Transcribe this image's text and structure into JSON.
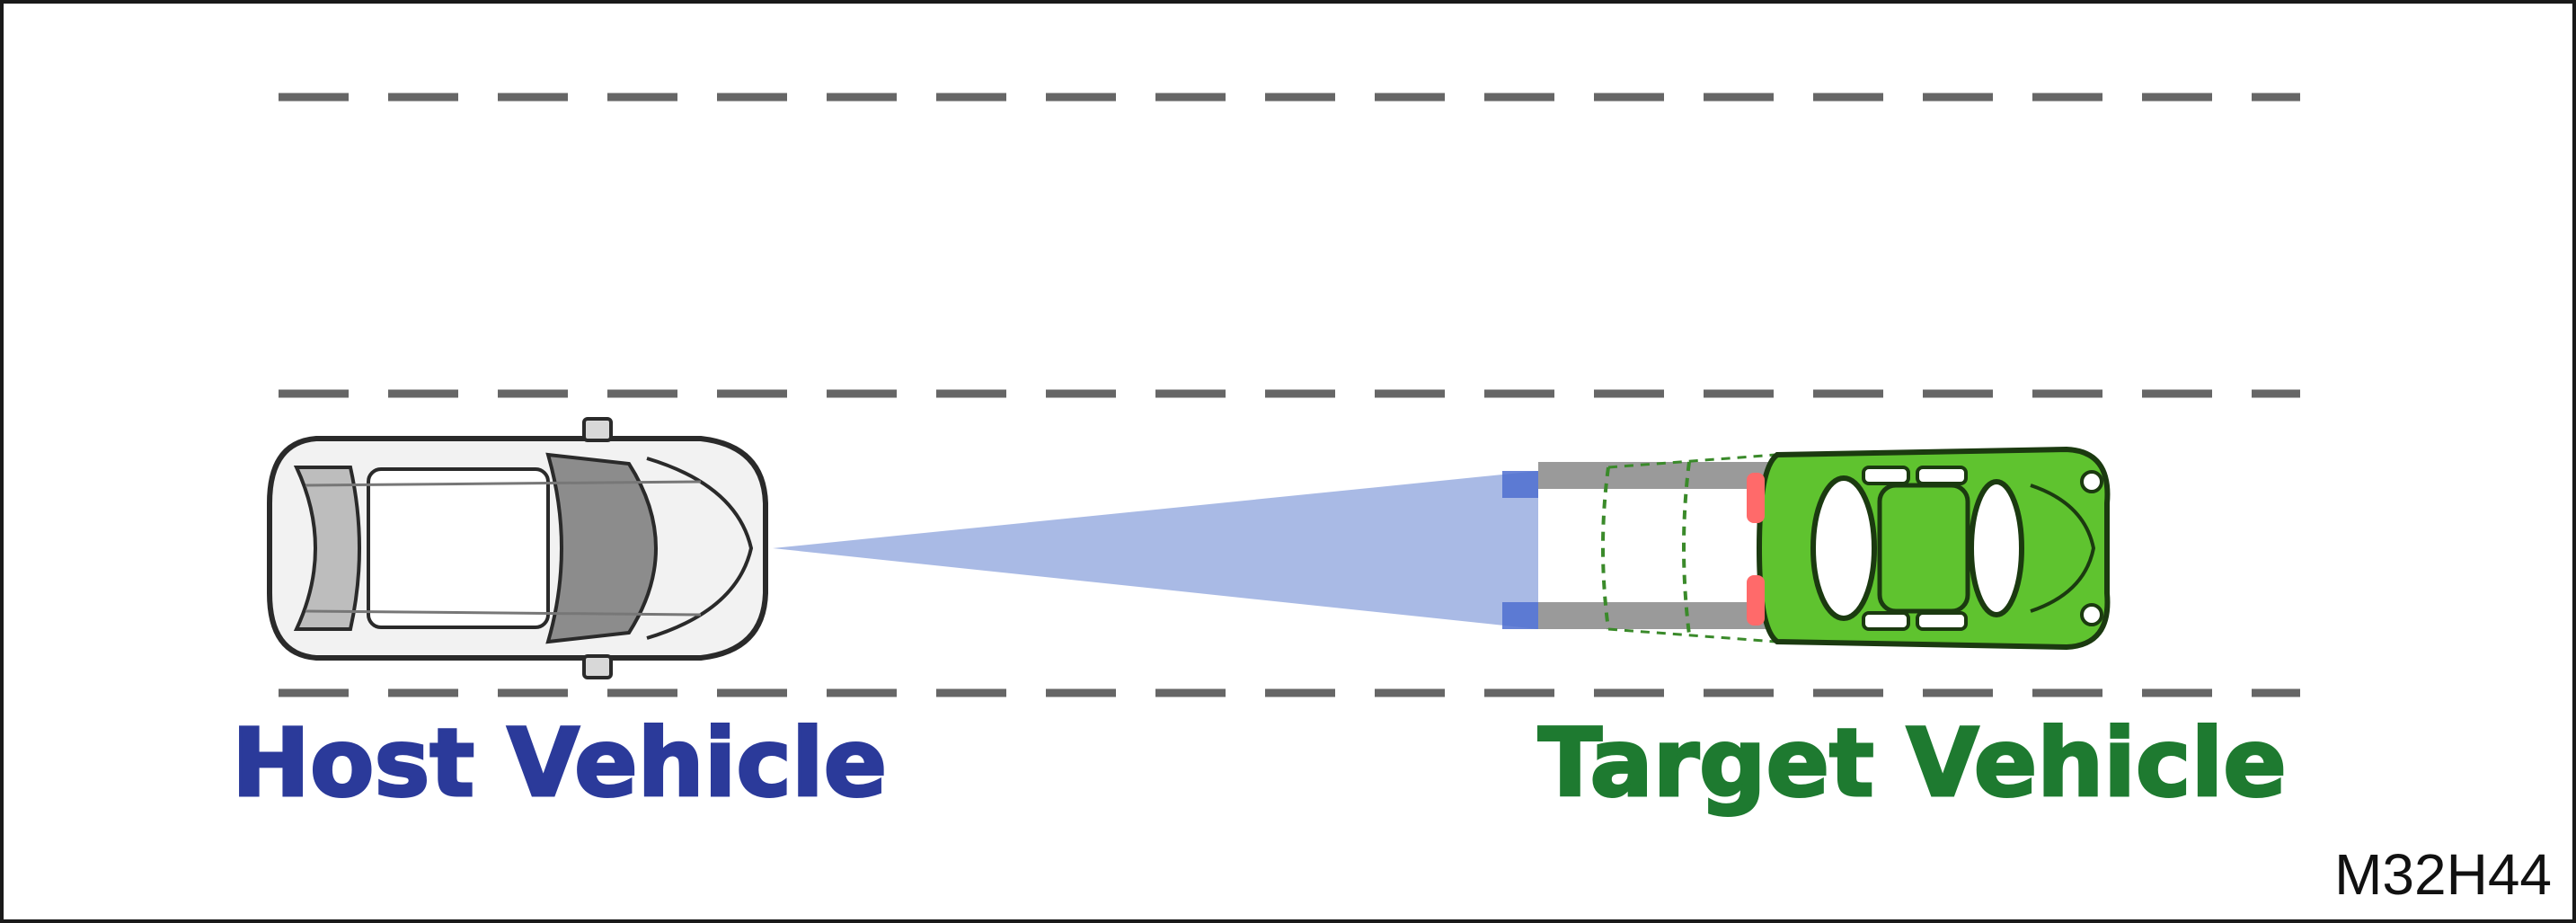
{
  "labels": {
    "host": "Host Vehicle",
    "target": "Target Vehicle",
    "figure_code": "M32H44"
  },
  "colors": {
    "frame": "#1a1a1a",
    "lane_dash": "#666666",
    "beam": "#9aaee0",
    "beam_edge": "#4f6fd0",
    "host_text": "#2b3a9a",
    "target_text": "#1e7a30",
    "target_body": "#5fc32f",
    "target_outline": "#1b3a10",
    "brake_light": "#ff6a6a",
    "ghost_gray": "#9a9a9a"
  }
}
